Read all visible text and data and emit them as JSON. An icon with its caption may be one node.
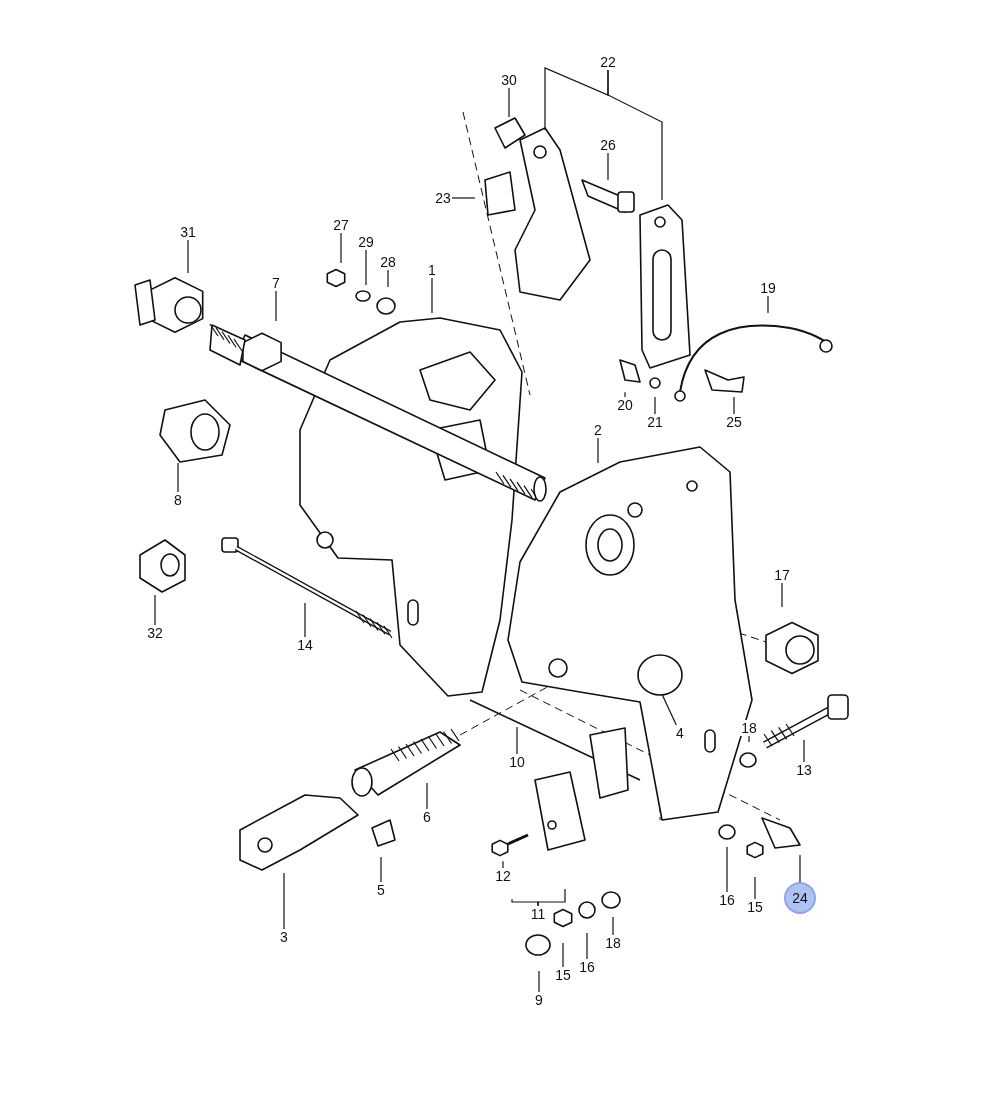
{
  "diagram": {
    "nodes": [
      {
        "text": [
          "22"
        ]
      },
      {
        "text": [
          "30"
        ]
      },
      {
        "text": [
          "26"
        ]
      },
      {
        "text": [
          "23"
        ]
      },
      {
        "text": [
          "27"
        ]
      },
      {
        "text": [
          "31"
        ]
      },
      {
        "text": [
          "29"
        ]
      },
      {
        "text": [
          "28"
        ]
      },
      {
        "text": [
          "1"
        ]
      },
      {
        "text": [
          "7"
        ]
      },
      {
        "text": [
          "19"
        ]
      },
      {
        "text": [
          "20"
        ]
      },
      {
        "text": [
          "21"
        ]
      },
      {
        "text": [
          "25"
        ]
      },
      {
        "text": [
          "2"
        ]
      },
      {
        "text": [
          "8"
        ]
      },
      {
        "text": [
          "17"
        ]
      },
      {
        "text": [
          "32"
        ]
      },
      {
        "text": [
          "14"
        ]
      },
      {
        "text": [
          "18"
        ]
      },
      {
        "text": [
          "4"
        ]
      },
      {
        "text": [
          "10"
        ]
      },
      {
        "text": [
          "13"
        ]
      },
      {
        "text": [
          "6"
        ]
      },
      {
        "text": [
          "12"
        ]
      },
      {
        "text": [
          "5"
        ]
      },
      {
        "text": [
          "24"
        ]
      },
      {
        "text": [
          "16"
        ]
      },
      {
        "text": [
          "11"
        ]
      },
      {
        "text": [
          "15"
        ]
      },
      {
        "text": [
          "3"
        ]
      },
      {
        "text": [
          "18"
        ]
      },
      {
        "text": [
          "16"
        ]
      },
      {
        "text": [
          "15"
        ]
      },
      {
        "text": [
          "9"
        ]
      }
    ],
    "edges": [
      {
        "from": 0,
        "to": null,
        "arrow": "none"
      },
      {
        "from": 0,
        "to": null,
        "arrow": "none"
      },
      {
        "from": 1,
        "to": null,
        "arrow": "none"
      },
      {
        "from": 2,
        "to": null,
        "arrow": "none"
      },
      {
        "from": 3,
        "to": null,
        "arrow": "none"
      },
      {
        "from": 4,
        "to": null,
        "arrow": "none"
      },
      {
        "from": 5,
        "to": null,
        "arrow": "none"
      },
      {
        "from": 6,
        "to": null,
        "arrow": "none"
      },
      {
        "from": 7,
        "to": null,
        "arrow": "none"
      },
      {
        "from": 8,
        "to": null,
        "arrow": "none"
      },
      {
        "from": 9,
        "to": null,
        "arrow": "none"
      },
      {
        "from": 10,
        "to": null,
        "arrow": "none"
      },
      {
        "from": 11,
        "to": null,
        "arrow": "none"
      },
      {
        "from": 12,
        "to": null,
        "arrow": "none"
      },
      {
        "from": 13,
        "to": null,
        "arrow": "none"
      },
      {
        "from": 14,
        "to": null,
        "arrow": "none"
      },
      {
        "from": 15,
        "to": null,
        "arrow": "none"
      },
      {
        "from": 16,
        "to": null,
        "arrow": "none"
      },
      {
        "from": 17,
        "to": null,
        "arrow": "none"
      },
      {
        "from": 18,
        "to": null,
        "arrow": "none"
      },
      {
        "from": 19,
        "to": null,
        "arrow": "none"
      },
      {
        "from": 20,
        "to": null,
        "arrow": "none"
      },
      {
        "from": 21,
        "to": null,
        "arrow": "none"
      },
      {
        "from": 22,
        "to": null,
        "arrow": "none"
      },
      {
        "from": 23,
        "to": null,
        "arrow": "none"
      },
      {
        "from": 24,
        "to": null,
        "arrow": "none"
      },
      {
        "from": 25,
        "to": null,
        "arrow": "none"
      },
      {
        "from": 26,
        "to": null,
        "arrow": "none"
      },
      {
        "from": 27,
        "to": null,
        "arrow": "none"
      },
      {
        "from": 28,
        "to": null,
        "arrow": "none"
      },
      {
        "from": 28,
        "to": null,
        "arrow": "none"
      },
      {
        "from": 29,
        "to": null,
        "arrow": "none"
      },
      {
        "from": 30,
        "to": null,
        "arrow": "none"
      },
      {
        "from": 31,
        "to": null,
        "arrow": "none"
      },
      {
        "from": 32,
        "to": null,
        "arrow": "none"
      },
      {
        "from": 33,
        "to": null,
        "arrow": "none"
      },
      {
        "from": 34,
        "to": null,
        "arrow": "none"
      }
    ]
  }
}
